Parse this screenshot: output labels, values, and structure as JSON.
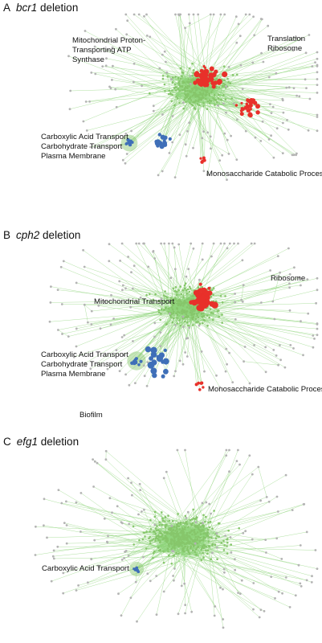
{
  "colors": {
    "edge": "#8fd47a",
    "hub": "#86c66b",
    "gray": "#b4b4b4",
    "red": "#e8302a",
    "blue": "#3f6fb8"
  },
  "panels": [
    {
      "letter": "A",
      "gene": "bcr1",
      "suffix": " deletion",
      "labels": [
        "Mitochondrial Proton-",
        "Transporting ATP",
        "Synthase",
        "Translation",
        "Ribosome",
        "Carboxylic Acid Transport",
        "Carbohydrate Transport",
        "Plasma Membrane",
        "Monosaccharide Catabolic Process"
      ]
    },
    {
      "letter": "B",
      "gene": "cph2",
      "suffix": " deletion",
      "labels": [
        "Ribosome",
        "Mitochondrial Transport",
        "Carboxylic Acid Transport",
        "Carbohydrate Transport",
        "Plasma Membrane",
        "Monosaccharide Catabolic Process",
        "Biofilm"
      ]
    },
    {
      "letter": "C",
      "gene": "efg1",
      "suffix": " deletion",
      "labels": [
        "Carboxylic Acid Transport"
      ]
    }
  ]
}
